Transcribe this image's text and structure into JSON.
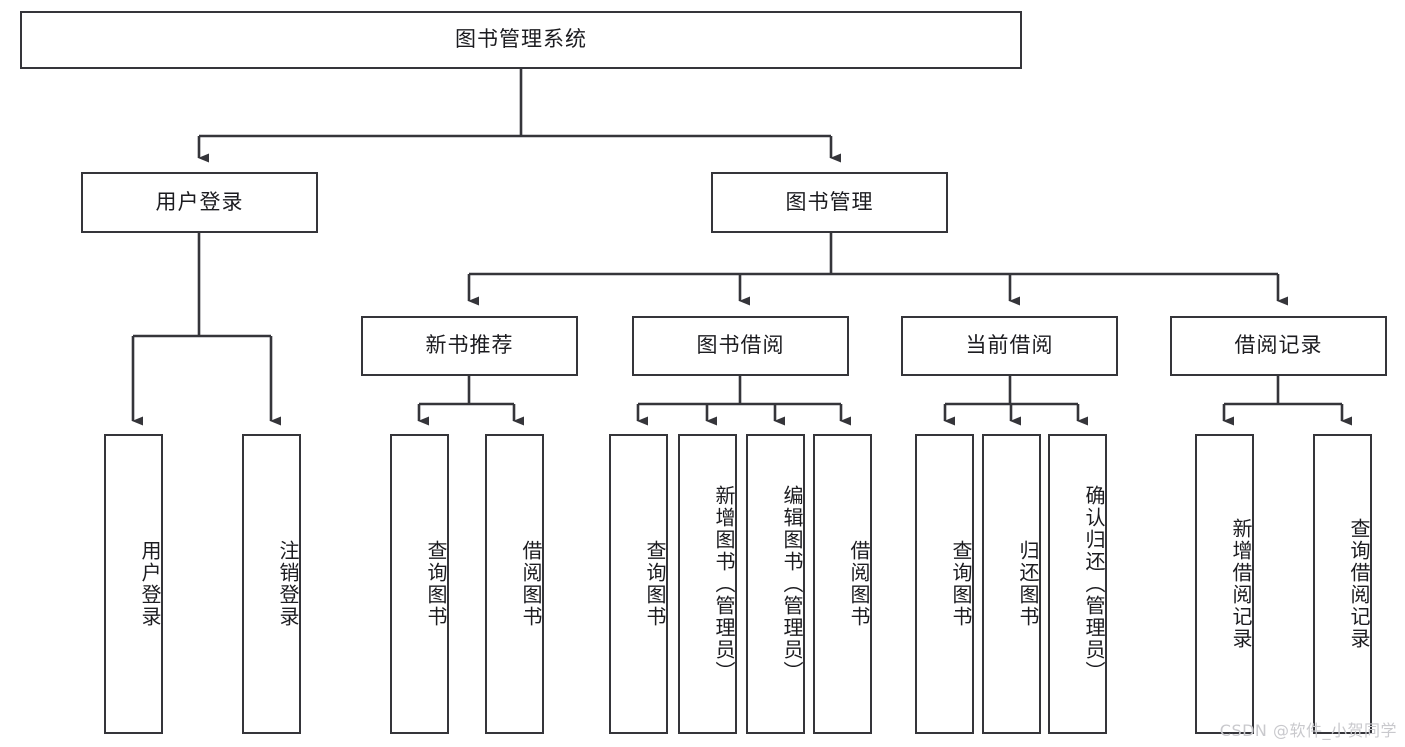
{
  "diagram": {
    "title": "图书管理系统",
    "type": "tree-hierarchy-diagram",
    "watermark": "CSDN @软件_小贺同学",
    "colors": {
      "background": "#ffffff",
      "box_border": "#35353a",
      "box_fill": "#ffffff",
      "connector": "#35353a",
      "text": "#1c1c20",
      "watermark": "#c9c9cd"
    },
    "root": {
      "label": "图书管理系统"
    },
    "level2": [
      {
        "label": "用户登录"
      },
      {
        "label": "图书管理"
      }
    ],
    "level3": [
      {
        "label": "新书推荐"
      },
      {
        "label": "图书借阅"
      },
      {
        "label": "当前借阅"
      },
      {
        "label": "借阅记录"
      }
    ],
    "leaves": {
      "user_login": [
        {
          "label": "用户登录"
        },
        {
          "label": "注销登录"
        }
      ],
      "new_book_recommend": [
        {
          "label": "查询图书"
        },
        {
          "label": "借阅图书"
        }
      ],
      "book_borrow": [
        {
          "label": "查询图书"
        },
        {
          "label": "新增图书（管理员）"
        },
        {
          "label": "编辑图书（管理员）"
        },
        {
          "label": "借阅图书"
        }
      ],
      "current_borrow": [
        {
          "label": "查询图书"
        },
        {
          "label": "归还图书"
        },
        {
          "label": "确认归还（管理员）"
        }
      ],
      "borrow_record": [
        {
          "label": "新增借阅记录"
        },
        {
          "label": "查询借阅记录"
        }
      ]
    }
  }
}
